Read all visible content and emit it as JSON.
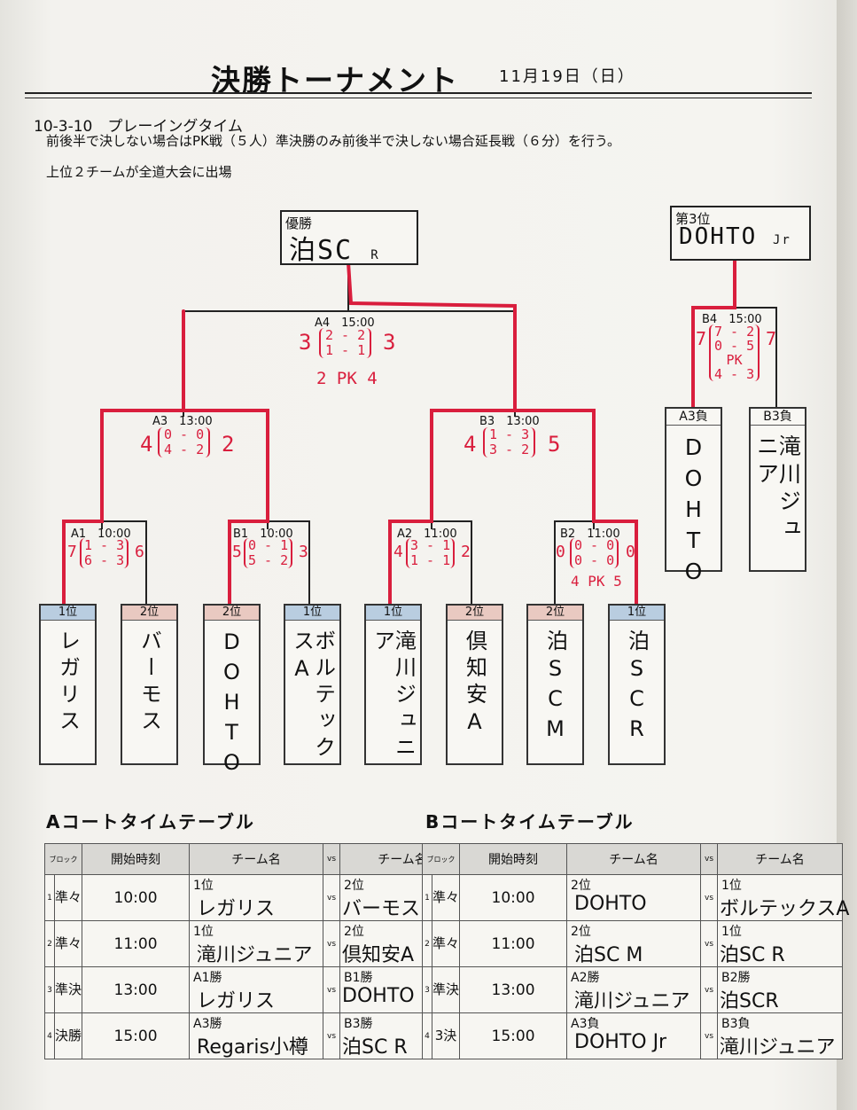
{
  "header": {
    "title": "決勝トーナメント",
    "date": "11月19日（日）"
  },
  "notes": {
    "playing_time": "10-3-10　プレーイングタイム",
    "rule": "前後半で決しない場合はPK戦（５人）準決勝のみ前後半で決しない場合延長戦（６分）を行う。",
    "qualify": "上位２チームが全道大会に出場"
  },
  "champion": {
    "label": "優勝",
    "name": "泊SC",
    "suffix": "R"
  },
  "third_place": {
    "label": "第3位",
    "name": "DOHTO",
    "suffix": "Jr"
  },
  "colors": {
    "marker_red": "#d91e3d",
    "first_header": "#b9cde0",
    "second_header": "#e9c9c1"
  },
  "matches": {
    "A4": {
      "label": "A4　15:00",
      "left": "3",
      "pair1": "2 - 2",
      "pair2": "1 - 1",
      "right": "3",
      "pk": "2 PK 4"
    },
    "B4": {
      "label": "B4　15:00",
      "left": "7",
      "pair1": "7 - 2",
      "pair2": "0 - 5",
      "right": "7",
      "pk_word": "PK",
      "pk": "4 - 3"
    },
    "A3": {
      "label": "A3　13:00",
      "left": "4",
      "pair1": "0 - 0",
      "pair2": "4 - 2",
      "right": "2"
    },
    "B3": {
      "label": "B3　13:00",
      "left": "4",
      "pair1": "1 - 3",
      "pair2": "3 - 2",
      "right": "5"
    },
    "A1": {
      "label": "A1　10:00",
      "left": "7",
      "pair1": "1 - 3",
      "pair2": "6 - 3",
      "right": "6"
    },
    "B1": {
      "label": "B1　10:00",
      "left": "5",
      "pair1": "0 - 1",
      "pair2": "5 - 2",
      "right": "3"
    },
    "A2": {
      "label": "A2　11:00",
      "left": "4",
      "pair1": "3 - 1",
      "pair2": "1 - 1",
      "right": "2"
    },
    "B2": {
      "label": "B2　11:00",
      "left": "0",
      "pair1": "0 - 0",
      "pair2": "0 - 0",
      "right": "0",
      "pk": "4 PK 5"
    }
  },
  "teams": [
    {
      "rank": "1位",
      "name": "レガリス"
    },
    {
      "rank": "2位",
      "name": "バーモス"
    },
    {
      "rank": "2位",
      "name": "DOHTO"
    },
    {
      "rank": "1位",
      "name": "ボルテックスA"
    },
    {
      "rank": "1位",
      "name": "滝川ジュニア"
    },
    {
      "rank": "2位",
      "name": "倶知安A"
    },
    {
      "rank": "2位",
      "name": "泊SCM"
    },
    {
      "rank": "1位",
      "name": "泊SCR"
    }
  ],
  "third_place_teams": [
    {
      "rank": "A3負",
      "name": "DOHTO"
    },
    {
      "rank": "B3負",
      "name": "滝川ジュニア"
    }
  ],
  "timetable_headers": {
    "block": "ブロック",
    "start": "開始時刻",
    "team": "チーム名",
    "vs": "vs"
  },
  "court_a": {
    "title": "Aコートタイムテーブル",
    "rows": [
      {
        "no": "1",
        "round": "準々",
        "time": "10:00",
        "l_sub": "1位",
        "l_team": "レガリス",
        "vs": "vs",
        "r_sub": "2位",
        "r_team": "バーモス"
      },
      {
        "no": "2",
        "round": "準々",
        "time": "11:00",
        "l_sub": "1位",
        "l_team": "滝川ジュニア",
        "vs": "vs",
        "r_sub": "2位",
        "r_team": "倶知安A"
      },
      {
        "no": "3",
        "round": "準決",
        "time": "13:00",
        "l_sub": "A1勝",
        "l_team": "レガリス",
        "vs": "vs",
        "r_sub": "B1勝",
        "r_team": "DOHTO"
      },
      {
        "no": "4",
        "round": "決勝",
        "time": "15:00",
        "l_sub": "A3勝",
        "l_team": "Regaris小樽",
        "vs": "vs",
        "r_sub": "B3勝",
        "r_team": "泊SC R"
      }
    ]
  },
  "court_b": {
    "title": "Bコートタイムテーブル",
    "rows": [
      {
        "no": "1",
        "round": "準々",
        "time": "10:00",
        "l_sub": "2位",
        "l_team": "DOHTO",
        "vs": "vs",
        "r_sub": "1位",
        "r_team": "ボルテックスA"
      },
      {
        "no": "2",
        "round": "準々",
        "time": "11:00",
        "l_sub": "2位",
        "l_team": "泊SC M",
        "vs": "vs",
        "r_sub": "1位",
        "r_team": "泊SC R"
      },
      {
        "no": "3",
        "round": "準決",
        "time": "13:00",
        "l_sub": "A2勝",
        "l_team": "滝川ジュニア",
        "vs": "vs",
        "r_sub": "B2勝",
        "r_team": "泊SCR"
      },
      {
        "no": "4",
        "round": "3決",
        "time": "15:00",
        "l_sub": "A3負",
        "l_team": "DOHTO Jr",
        "vs": "vs",
        "r_sub": "B3負",
        "r_team": "滝川ジュニア"
      }
    ]
  }
}
